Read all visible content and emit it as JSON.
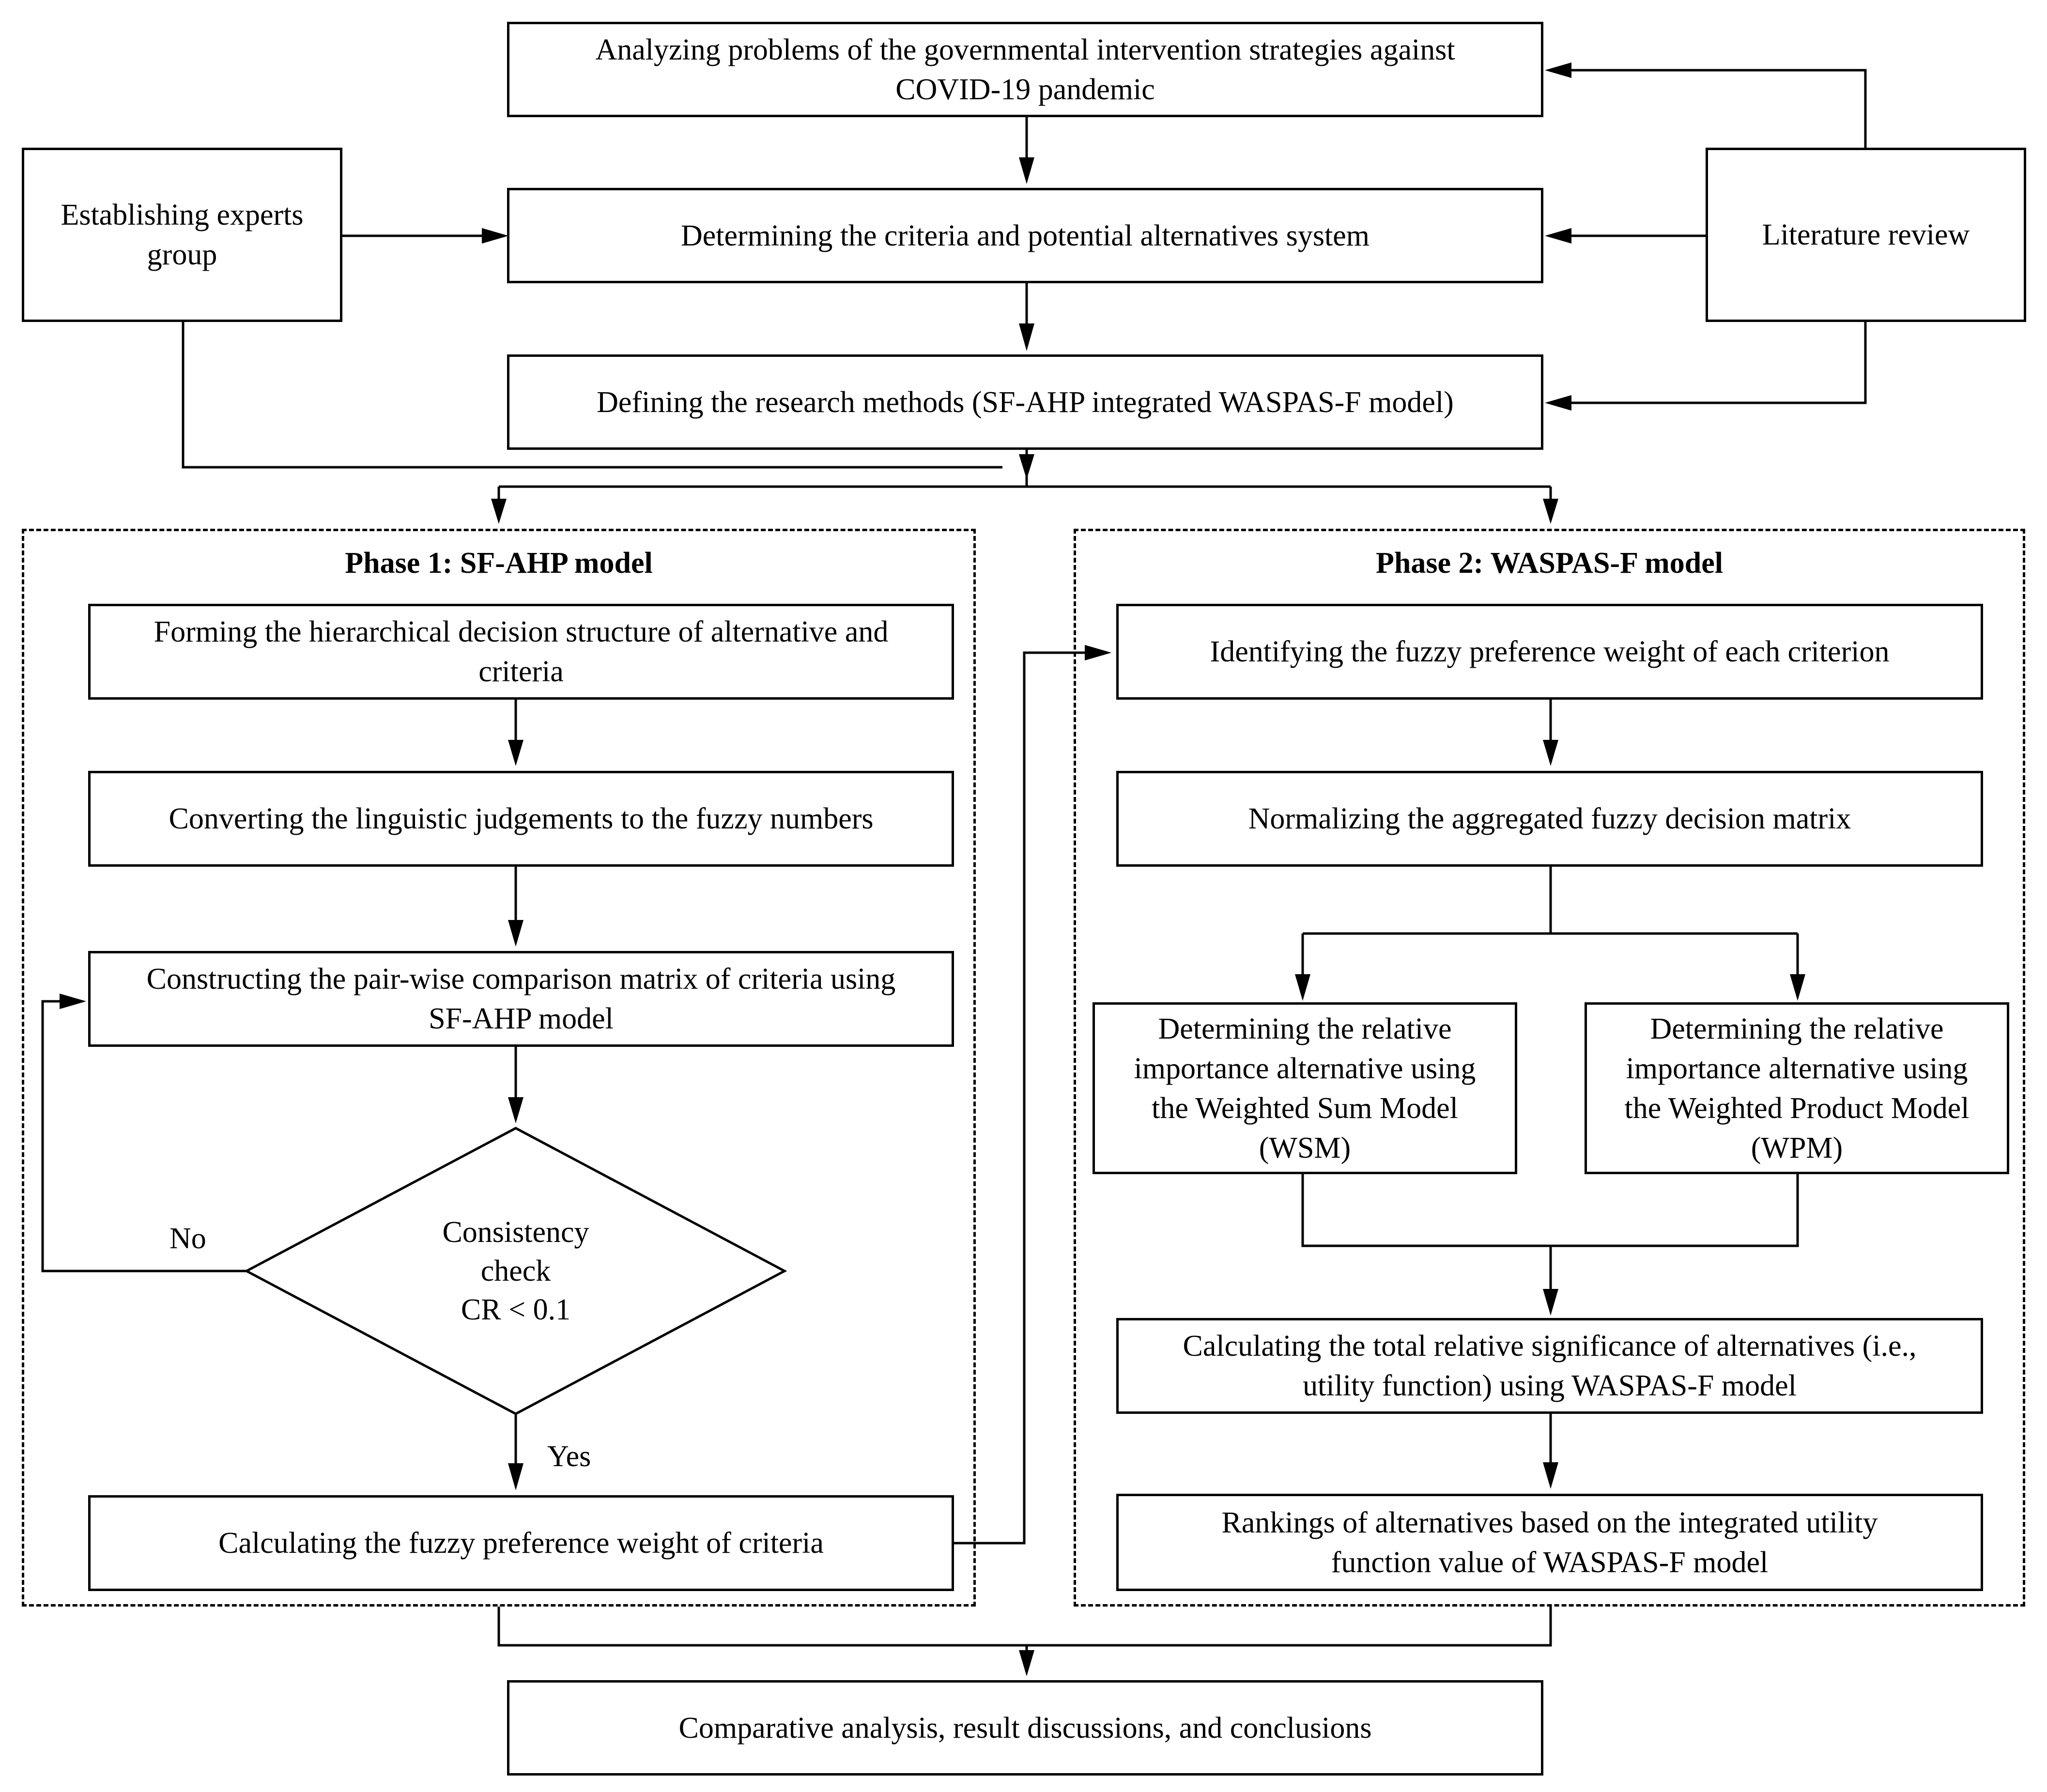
{
  "top": {
    "analyzing": "Analyzing problems of the governmental intervention strategies against\nCOVID-19 pandemic",
    "experts": "Establishing experts\ngroup",
    "determining": "Determining  the criteria and potential alternatives system",
    "literature": "Literature review",
    "defining": "Defining  the research methods (SF-AHP  integrated WASPAS-F  model)"
  },
  "phase1": {
    "title": "Phase 1: SF-AHP model",
    "forming": "Forming the hierarchical decision structure of alternative and\ncriteria",
    "converting": "Converting the linguistic  judgements to the fuzzy numbers",
    "constructing": "Constructing the pair-wise  comparison matrix of criteria using\nSF-AHP model",
    "decision": "Consistency\ncheck\nCR < 0.1",
    "no_label": "No",
    "yes_label": "Yes",
    "calculating": "Calculating the fuzzy  preference weight  of criteria"
  },
  "phase2": {
    "title": "Phase 2: WASPAS-F model",
    "identifying": "Identifying  the fuzzy  preference weight  of each criterion",
    "normalizing": "Normalizing  the aggregated  fuzzy  decision matrix",
    "wsm": "Determining  the relative\nimportance alternative using\nthe Weighted Sum Model\n(WSM)",
    "wpm": "Determining  the relative\nimportance alternative using\nthe Weighted Product Model\n(WPM)",
    "calculating_total": "Calculating the total relative significance  of alternatives (i.e.,\nutility function) using WASPAS-F model",
    "rankings": "Rankings of alternatives based on the integrated utility\nfunction value of WASPAS-F model"
  },
  "bottom": {
    "comparative": "Comparative  analysis, result discussions, and conclusions"
  }
}
